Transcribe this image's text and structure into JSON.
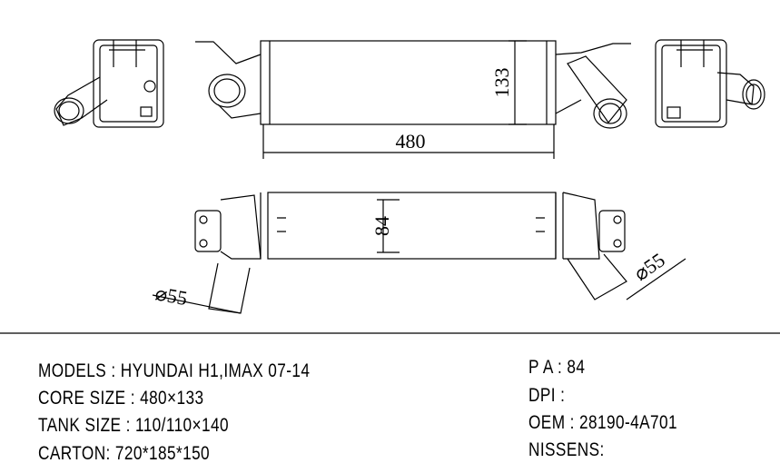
{
  "drawing": {
    "dimensions": {
      "core_length": "480",
      "core_height": "133",
      "core_depth": "84",
      "inlet_diameter_left": "⌀55",
      "inlet_diameter_right": "⌀55"
    }
  },
  "specs": {
    "left": [
      "MODELS : HYUNDAI H1,IMAX 07-14",
      "CORE SIZE : 480×133",
      "TANK SIZE : 110/110×140",
      "CARTON: 720*185*150"
    ],
    "right": [
      "P A : 84",
      "DPI :",
      "OEM : 28190-4A701",
      "NISSENS:"
    ]
  }
}
